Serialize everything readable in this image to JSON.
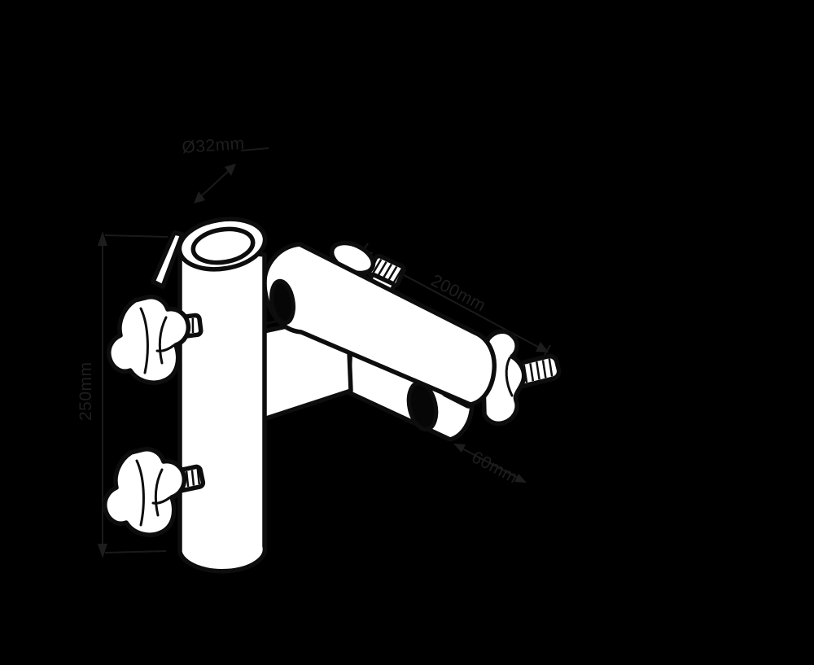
{
  "diagram": {
    "background_color": "#000000",
    "line_color": "#0d0d0d",
    "fill_color": "#ffffff",
    "annotation_color": "#1e1e1e",
    "annotations": {
      "top_diameter_label": "Ø32mm",
      "left_height_label": "250mm",
      "upper_right_length_label": "200mm",
      "lower_right_width_label": "60mm"
    }
  }
}
